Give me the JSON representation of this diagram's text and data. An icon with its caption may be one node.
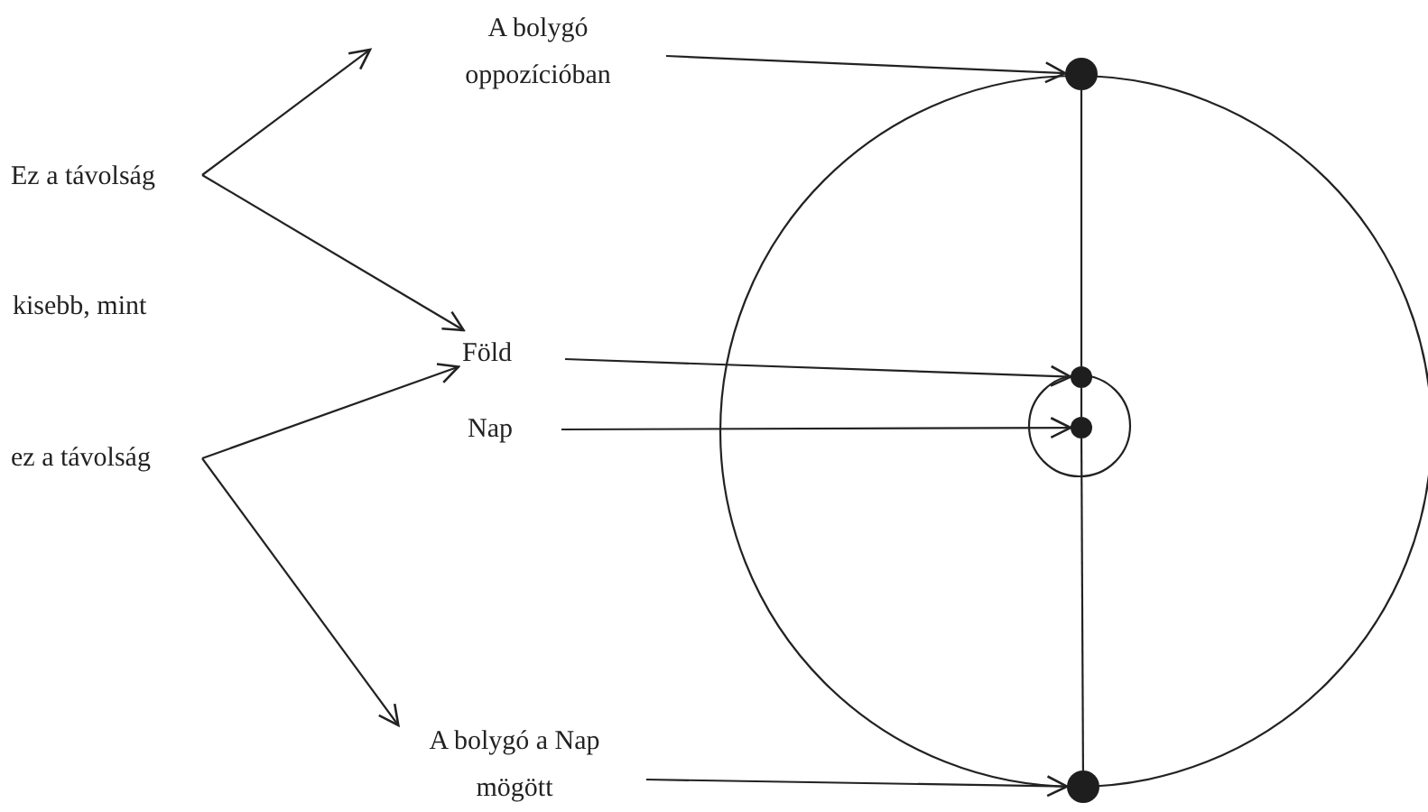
{
  "diagram": {
    "nodes": [
      {
        "text": [
          "Ez a távolság"
        ]
      },
      {
        "text": [
          "A bolygó oppozícióban"
        ]
      },
      {
        "text": [
          "Föld"
        ]
      },
      {
        "text": [
          "Nap"
        ]
      },
      {
        "text": [
          "ez a távolság"
        ]
      },
      {
        "text": [
          "A bolygó a Nap mögött"
        ]
      },
      {
        "text": [],
        "shape": "circle"
      },
      {
        "text": [],
        "shape": "circle"
      },
      {
        "text": [],
        "shape": "circle"
      },
      {
        "text": [],
        "shape": "circle"
      }
    ],
    "edges": [
      {
        "from": 0,
        "to": 1,
        "arrow": "to"
      },
      {
        "from": 0,
        "to": 2,
        "arrow": "to"
      },
      {
        "from": 4,
        "to": 2,
        "arrow": "to"
      },
      {
        "from": 4,
        "to": 5,
        "arrow": "to"
      },
      {
        "from": 1,
        "to": 6,
        "arrow": "to"
      },
      {
        "from": 2,
        "to": 7,
        "arrow": "to"
      },
      {
        "from": 3,
        "to": 8,
        "arrow": "to"
      },
      {
        "from": 5,
        "to": 9,
        "arrow": "to"
      },
      {
        "from": 6,
        "to": 7,
        "arrow": "none"
      },
      {
        "from": 7,
        "to": 8,
        "arrow": "none"
      },
      {
        "from": 8,
        "to": 9,
        "arrow": "none"
      }
    ],
    "labels": [
      "kisebb, mint"
    ]
  }
}
